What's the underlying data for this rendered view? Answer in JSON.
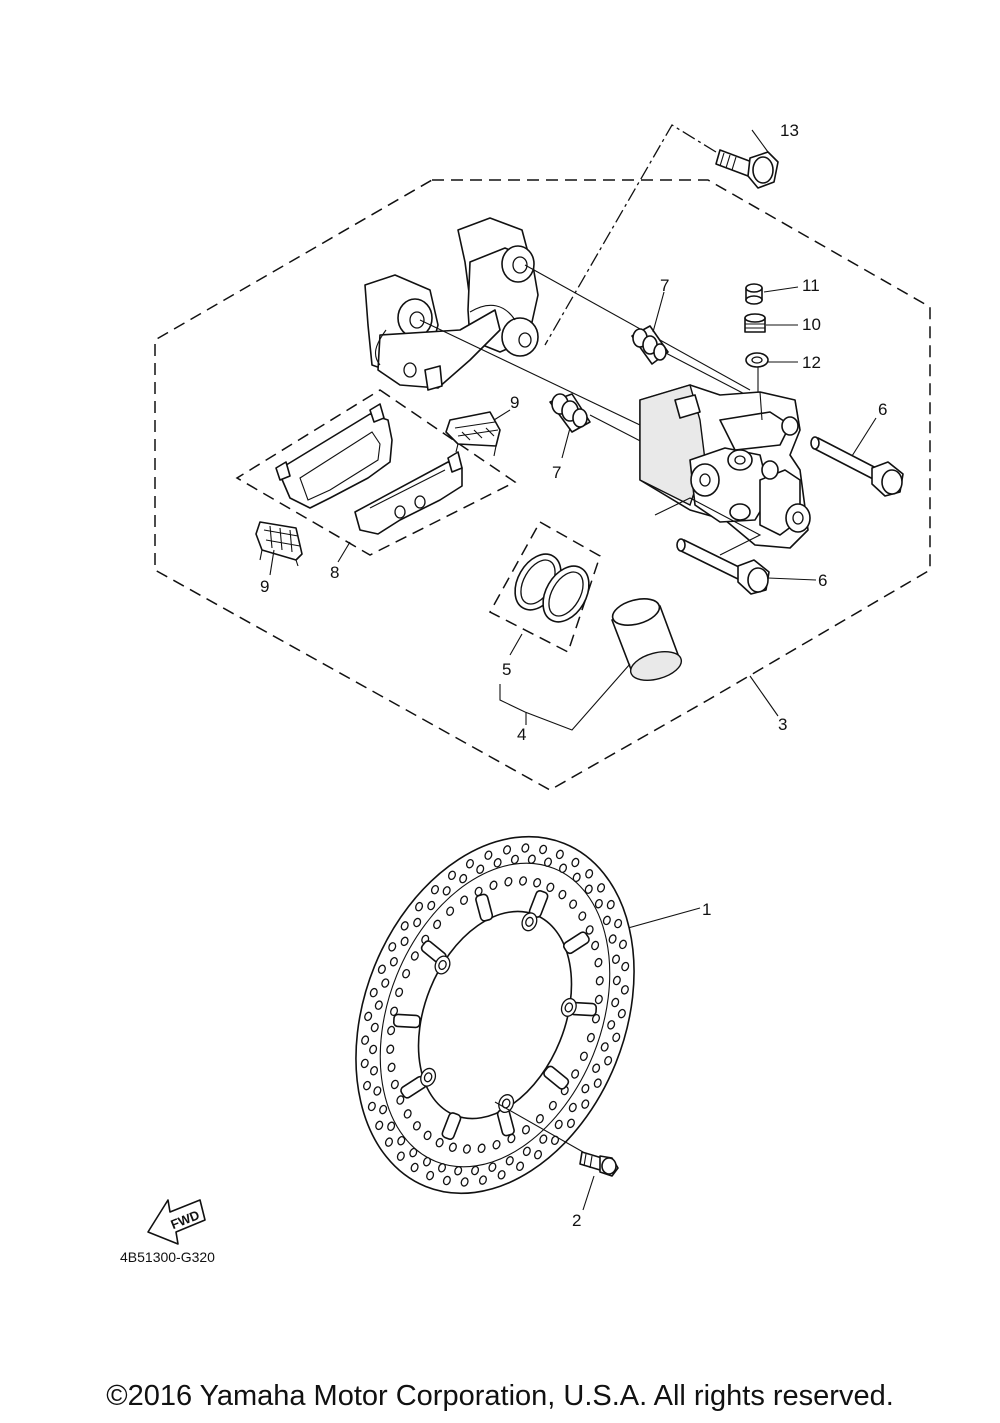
{
  "diagram": {
    "callouts": {
      "c1": "1",
      "c2": "2",
      "c3": "3",
      "c4": "4",
      "c5": "5",
      "c6a": "6",
      "c6b": "6",
      "c7a": "7",
      "c7b": "7",
      "c8": "8",
      "c9a": "9",
      "c9b": "9",
      "c10": "10",
      "c11": "11",
      "c12": "12",
      "c13": "13"
    },
    "drawing_code": "4B51300-G320",
    "fwd_label": "FWD"
  },
  "footer": {
    "copyright": "©2016 Yamaha Motor Corporation, U.S.A. All rights reserved."
  }
}
